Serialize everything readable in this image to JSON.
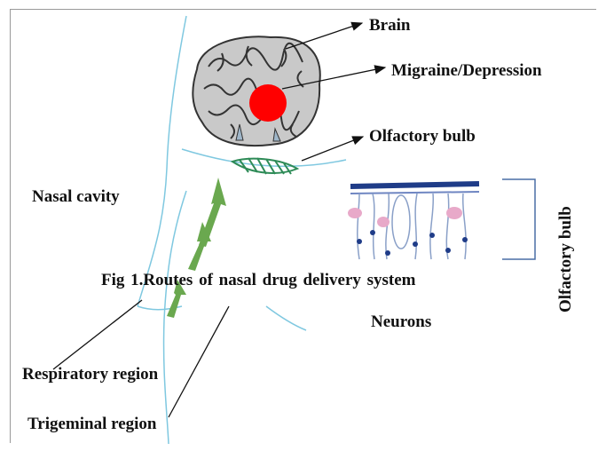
{
  "labels": {
    "brain": "Brain",
    "migraine": "Migraine/Depression",
    "olfactory_bulb": "Olfactory bulb",
    "nasal_cavity": "Nasal cavity",
    "caption": "Fig 1.Routes of nasal drug  delivery  system",
    "neurons": "Neurons",
    "respiratory_region": "Respiratory region",
    "trigeminal_region": "Trigeminal region",
    "olfactory_bulb_vertical": "Olfactory bulb"
  },
  "colors": {
    "brain_fill": "#c9c9c9",
    "brain_outline": "#333333",
    "lesion": "#ff0000",
    "arrow_green": "#6aa84f",
    "bulb_hatch": "#2e8b57",
    "cavity_line": "#7fc8e0",
    "neuron_blue": "#1f3c88",
    "neuron_pink": "#e8a9c9",
    "bracket": "#4a6fa5"
  }
}
